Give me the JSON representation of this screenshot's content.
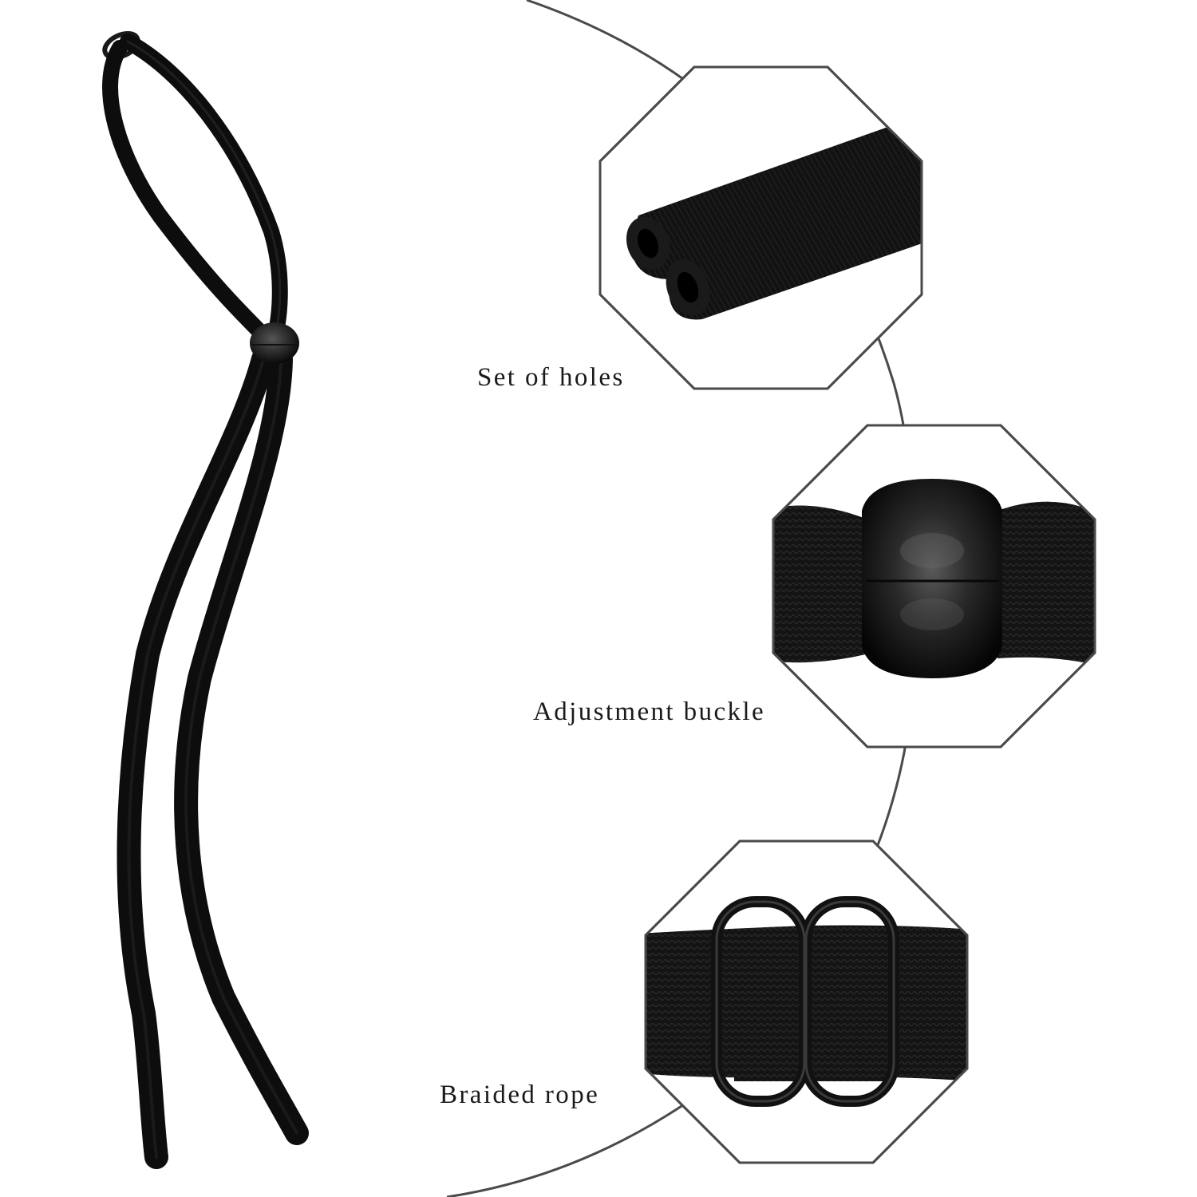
{
  "colors": {
    "background": "#ffffff",
    "strap": "#0d0d0d",
    "frame_stroke": "#4a4a4a",
    "label_text": "#1a1a1a"
  },
  "callouts": [
    {
      "label": "Set of holes",
      "icon": "strap-end-holes"
    },
    {
      "label": "Adjustment buckle",
      "icon": "adjustment-bead"
    },
    {
      "label": "Braided rope",
      "icon": "slide-buckle"
    }
  ]
}
